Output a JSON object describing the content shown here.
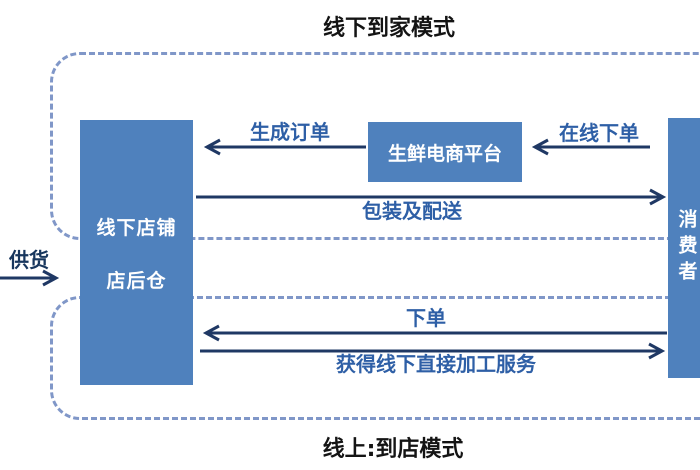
{
  "colors": {
    "background": "#FFFFFF",
    "box_fill": "#4F81BD",
    "box_text": "#FFFFFF",
    "arrow": "#1F3864",
    "label": "#2E5FA6",
    "label_dark": "#17365D",
    "dashed_border": "#8097C8",
    "title": "#141414"
  },
  "titles": {
    "top": "线下到家模式",
    "bottom": "线上:到店模式"
  },
  "nodes": {
    "store": {
      "line1": "线下店铺",
      "line2": "店后仓"
    },
    "platform": {
      "label": "生鲜电商平台"
    },
    "consumer": {
      "label": "消费者"
    }
  },
  "flows": {
    "supply": {
      "label": "供货",
      "direction": "right"
    },
    "generate_order": {
      "label": "生成订单",
      "direction": "left"
    },
    "online_order": {
      "label": "在线下单",
      "direction": "left"
    },
    "packaging_delivery": {
      "label": "包装及配送",
      "direction": "right"
    },
    "place_order": {
      "label": "下单",
      "direction": "left"
    },
    "offline_processing": {
      "label": "获得线下直接加工服务",
      "direction": "right"
    }
  }
}
